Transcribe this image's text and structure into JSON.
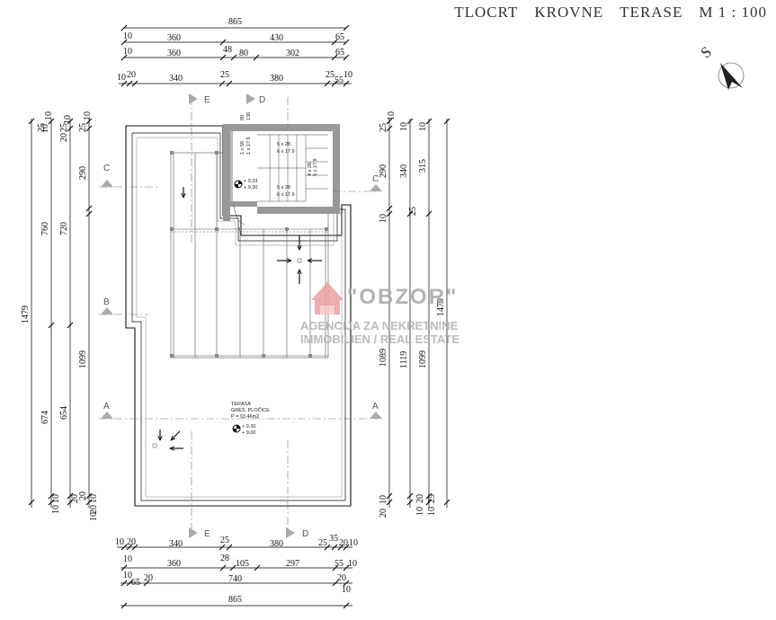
{
  "title": {
    "part1": "TLOCRT",
    "part2": "KROVNE",
    "part3": "TERASE",
    "scale": "M 1 : 100"
  },
  "compass_letter": "S",
  "dims_top": {
    "r1": [
      "865"
    ],
    "r2": [
      "10",
      "360",
      "430",
      "65"
    ],
    "r3": [
      "10",
      "360",
      "48",
      "80",
      "302",
      "65"
    ],
    "r4": [
      "10",
      "20",
      "340",
      "25",
      "380",
      "25",
      "10",
      "55"
    ]
  },
  "dims_bottom": {
    "r1": [
      "10",
      "20",
      "340",
      "25",
      "380",
      "25",
      "35",
      "20",
      "10"
    ],
    "r2": [
      "10",
      "360",
      "28",
      "105",
      "297",
      "55",
      "10"
    ],
    "r3": [
      "10",
      "65",
      "20",
      "740",
      "20",
      "10"
    ],
    "r4": [
      "865"
    ]
  },
  "dims_left": {
    "c1": [
      "25",
      "10",
      "1479"
    ],
    "c2": [
      "10",
      "760",
      "674",
      "10",
      "10"
    ],
    "c3": [
      "20",
      "25",
      "720",
      "654",
      "20"
    ],
    "c4": [
      "10",
      "25",
      "10",
      "290",
      "1099",
      "20",
      "10",
      "20",
      "10"
    ]
  },
  "dims_right": {
    "c1": [
      "25",
      "10",
      "290",
      "10",
      "1089",
      "10",
      "20"
    ],
    "c2": [
      "10",
      "340",
      "25",
      "1119",
      "20",
      "10"
    ],
    "c3": [
      "10",
      "315",
      "1099",
      "25",
      "10"
    ],
    "c4": [
      "1479"
    ]
  },
  "sections": {
    "a": "A",
    "b": "B",
    "c": "C",
    "d": "D",
    "e": "E"
  },
  "stair": {
    "lbl1a": "5 x 28",
    "lbl1b": "6 x 17.9",
    "lbl2a": "5 x 28",
    "lbl2b": "6 x 17.9",
    "vert1": "1 x 58",
    "vert2": "1 x 17.9",
    "vert3": "4 x 28",
    "vert4": "5 x 17.9",
    "lvl1": "+ 9,33",
    "lvl2": "+ 9,30",
    "top1": "80",
    "top2": "136"
  },
  "room": {
    "name": "TERASA",
    "finish": "GRES. PLOČICE",
    "area": "P = 93,46m2",
    "lvl1": "+ 9,30",
    "lvl2": "+ 9,00"
  },
  "watermark": {
    "brand": "\"OBZOR\"",
    "line1": "AGENCIJA ZA NEKRETNINE",
    "line2": "IMMOBILIEN / REAL ESTATE"
  }
}
